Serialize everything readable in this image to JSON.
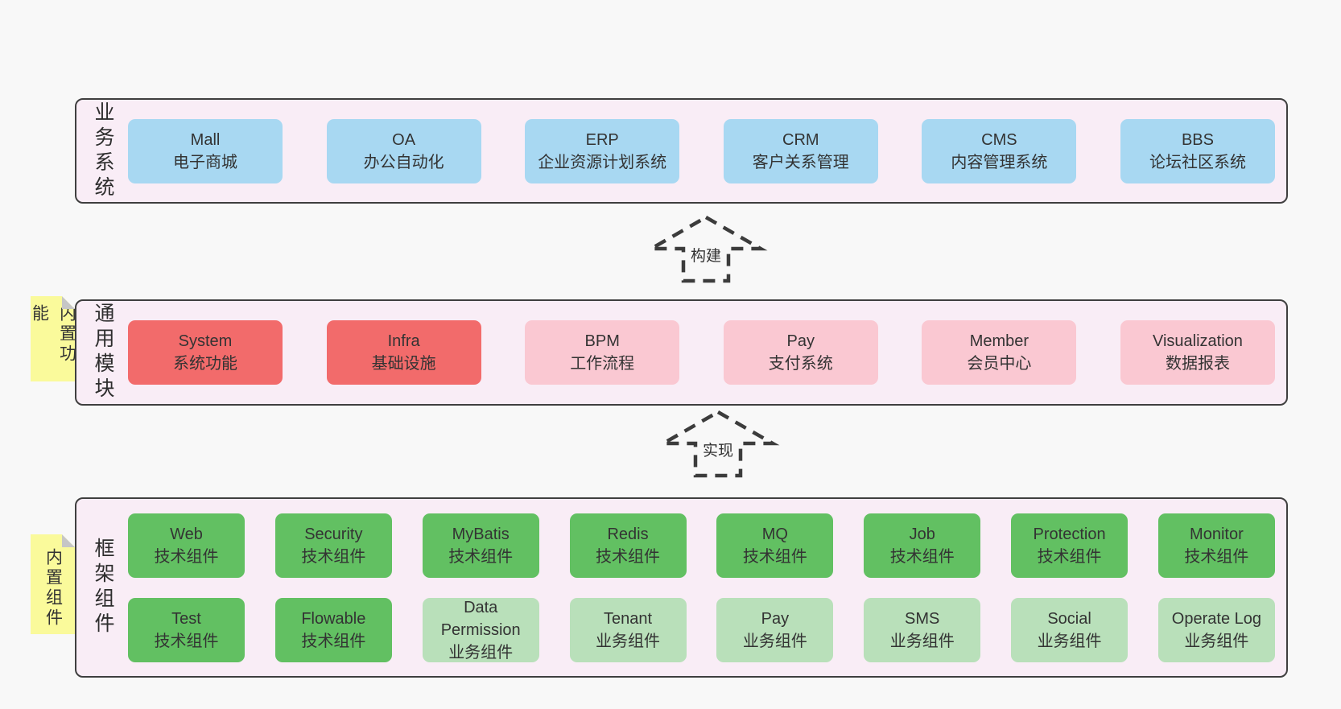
{
  "page": {
    "background": "#f8f8f8"
  },
  "colors": {
    "panel_bg": "#f9edf6",
    "panel_border": "#3f3f3f",
    "blue": "#a8d8f2",
    "red": "#f26b6b",
    "pink": "#fac8d2",
    "green": "#62c062",
    "light_green": "#b9e0ba",
    "note_yellow": "#fafa9b",
    "note_fold": "#c6c6c6",
    "text": "#333333"
  },
  "arrows": [
    {
      "label": "构建"
    },
    {
      "label": "实现"
    }
  ],
  "layers": [
    {
      "label": "业务系统",
      "boxes": [
        {
          "name": "Mall",
          "desc": "电子商城"
        },
        {
          "name": "OA",
          "desc": "办公自动化"
        },
        {
          "name": "ERP",
          "desc": "企业资源计划系统"
        },
        {
          "name": "CRM",
          "desc": "客户关系管理"
        },
        {
          "name": "CMS",
          "desc": "内容管理系统"
        },
        {
          "name": "BBS",
          "desc": "论坛社区系统"
        }
      ]
    },
    {
      "label": "通用模块",
      "note": "内置功能",
      "boxes": [
        {
          "name": "System",
          "desc": "系统功能"
        },
        {
          "name": "Infra",
          "desc": "基础设施"
        },
        {
          "name": "BPM",
          "desc": "工作流程"
        },
        {
          "name": "Pay",
          "desc": "支付系统"
        },
        {
          "name": "Member",
          "desc": "会员中心"
        },
        {
          "name": "Visualization",
          "desc": "数据报表"
        }
      ]
    },
    {
      "label": "框架组件",
      "note": "内置组件",
      "rows": [
        [
          {
            "name": "Web",
            "desc": "技术组件"
          },
          {
            "name": "Security",
            "desc": "技术组件"
          },
          {
            "name": "MyBatis",
            "desc": "技术组件"
          },
          {
            "name": "Redis",
            "desc": "技术组件"
          },
          {
            "name": "MQ",
            "desc": "技术组件"
          },
          {
            "name": "Job",
            "desc": "技术组件"
          },
          {
            "name": "Protection",
            "desc": "技术组件"
          },
          {
            "name": "Monitor",
            "desc": "技术组件"
          }
        ],
        [
          {
            "name": "Test",
            "desc": "技术组件"
          },
          {
            "name": "Flowable",
            "desc": "技术组件"
          },
          {
            "name": "Data Permission",
            "desc": "业务组件"
          },
          {
            "name": "Tenant",
            "desc": "业务组件"
          },
          {
            "name": "Pay",
            "desc": "业务组件"
          },
          {
            "name": "SMS",
            "desc": "业务组件"
          },
          {
            "name": "Social",
            "desc": "业务组件"
          },
          {
            "name": "Operate Log",
            "desc": "业务组件"
          }
        ]
      ]
    }
  ]
}
